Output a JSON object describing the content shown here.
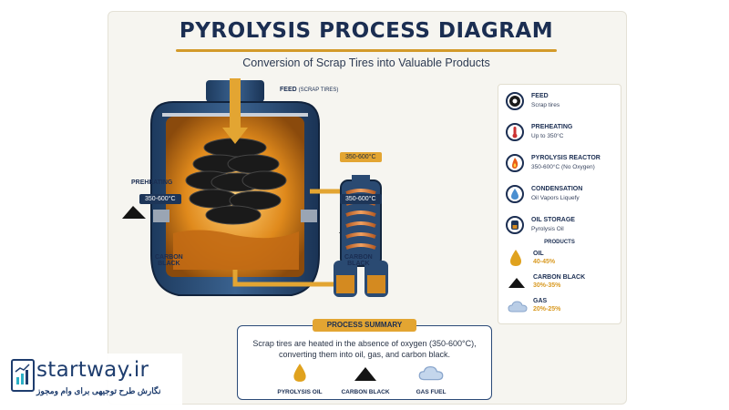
{
  "title": "PYROLYSIS PROCESS DIAGRAM",
  "subtitle": "Conversion of Scrap Tires into Valuable Products",
  "reactor": {
    "feed_label": "FEED",
    "feed_note": "(SCRAP TIRES)",
    "preheating_label": "PREHEATING",
    "temp_left": "350-600°C",
    "temp_top_right": "350-600°C",
    "temp_right": "350-600°C",
    "carbon_left_1": "CARBON",
    "carbon_left_2": "BLACK",
    "carbon_right_1": "CARBON",
    "carbon_right_2": "BLACK"
  },
  "legend": {
    "steps": [
      {
        "title": "FEED",
        "desc": "Scrap tires",
        "icon": "tire-icon"
      },
      {
        "title": "PREHEATING",
        "desc": "Up to 350°C",
        "icon": "thermometer-icon"
      },
      {
        "title": "PYROLYSIS REACTOR",
        "desc": "350-600°C (No Oxygen)",
        "icon": "flame-icon"
      },
      {
        "title": "CONDENSATION",
        "desc": "Oil Vapors Liquefy",
        "icon": "droplet-icon"
      },
      {
        "title": "OIL STORAGE",
        "desc": "Pyrolysis Oil",
        "icon": "oil-tank-icon"
      }
    ],
    "products_heading": "PRODUCTS",
    "products": [
      {
        "name": "OIL",
        "pct": "40-45%",
        "icon": "oil-drop-icon"
      },
      {
        "name": "CARBON BLACK",
        "pct": "30%-35%",
        "icon": "carbon-pile-icon"
      },
      {
        "name": "GAS",
        "pct": "20%-25%",
        "icon": "cloud-icon"
      }
    ]
  },
  "summary": {
    "heading": "PROCESS SUMMARY",
    "text": "Scrap tires are heated in the absence of oxygen (350-600°C), converting them into oil, gas, and carbon black.",
    "items": [
      {
        "label": "PYROLYSIS OIL",
        "icon": "oil-drop-icon"
      },
      {
        "label": "CARBON BLACK",
        "icon": "carbon-pile-icon"
      },
      {
        "label": "GAS FUEL",
        "icon": "cloud-icon"
      }
    ]
  },
  "watermark": {
    "brand": "startway.ir",
    "tagline": "نگارش طرح توجیهی برای وام ومجوز"
  },
  "colors": {
    "navy": "#1b2e52",
    "gold": "#e3a532",
    "oil": "#d99a22"
  }
}
